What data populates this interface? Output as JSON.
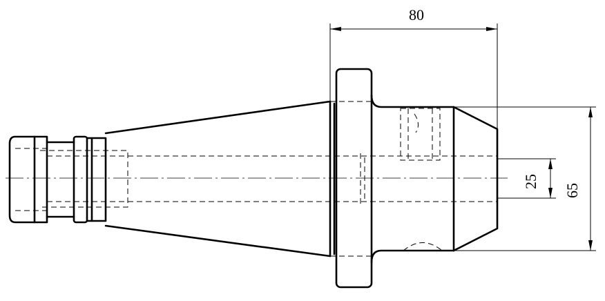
{
  "dimensions": {
    "flange_to_end_length": "80",
    "bore_diameter": "25",
    "outer_diameter": "65"
  }
}
